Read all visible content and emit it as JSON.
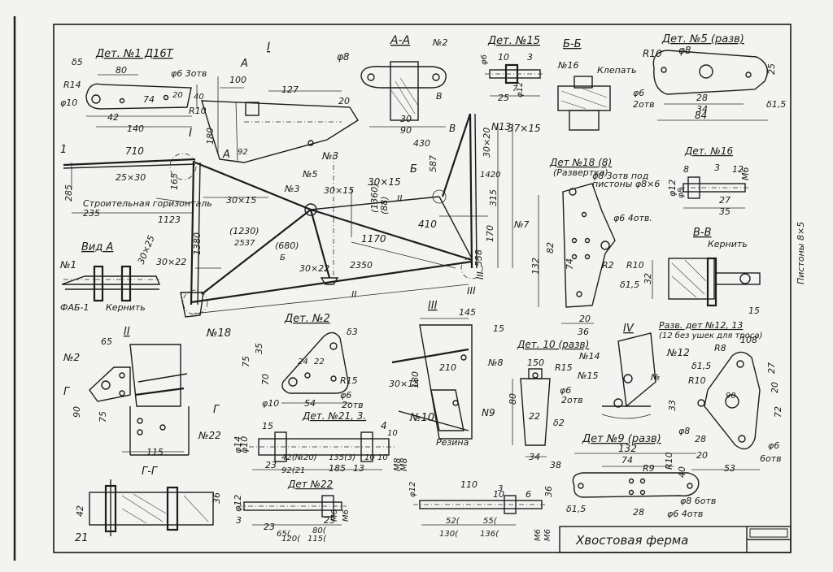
{
  "title": "Хвостовая ферма",
  "details": [
    {
      "id": "det1",
      "heading": "Дет. №1 Д16Т",
      "labels": [
        "δ5",
        "80",
        "φ6 3отв",
        "R14",
        "φ10",
        "20",
        "74",
        "R10",
        "40",
        "42",
        "140"
      ]
    },
    {
      "id": "viewI",
      "heading": "I",
      "labels": [
        "А",
        "100",
        "127",
        "20",
        "А",
        "180",
        "92",
        "№3"
      ]
    },
    {
      "id": "secAA",
      "heading": "А-А",
      "labels": [
        "φ8",
        "№2",
        "30",
        "90"
      ]
    },
    {
      "id": "det15",
      "heading": "Дет. №15",
      "labels": [
        "10",
        "3",
        "φ6",
        "φ12",
        "7",
        "25"
      ]
    },
    {
      "id": "secBB",
      "heading": "Б-Б",
      "labels": [
        "№16",
        "Клепать"
      ]
    },
    {
      "id": "det5",
      "heading": "Дет. №5 (разв)",
      "labels": [
        "R10",
        "φ8",
        "25",
        "φ6",
        "2отв",
        "28",
        "34",
        "δ1,5",
        "84"
      ]
    },
    {
      "id": "truss",
      "heading": "",
      "labels": [
        "1",
        "710",
        "I",
        "25×30",
        "285",
        "Строительная горизонталь",
        "235",
        "165",
        "1123",
        "1380",
        "30×25",
        "30×22",
        "30×15",
        "(1230)",
        "2537",
        "№3",
        "№5",
        "30×15",
        "(1360)",
        "(88)",
        "II",
        "Б",
        "30×15",
        "(680)",
        "Б",
        "1170",
        "30×22",
        "2350",
        "II",
        "№18",
        "В",
        "В",
        "N13",
        "37×15",
        "430",
        "587",
        "30×20",
        "1420",
        "315",
        "410",
        "538",
        "170",
        "III",
        "III"
      ]
    },
    {
      "id": "det18",
      "heading": "Дет №18 (8)",
      "subheading": "(Развертка)",
      "labels": [
        "φ8 3отв под",
        "пистоны φ8×6",
        "№7",
        "φ6 4отв.",
        "132",
        "82",
        "74",
        "R2",
        "R10",
        "δ1,5",
        "20",
        "36"
      ]
    },
    {
      "id": "det16",
      "heading": "Дет. №16",
      "labels": [
        "8",
        "3",
        "12",
        "М6",
        "φ12",
        "φ8",
        "27",
        "35"
      ]
    },
    {
      "id": "secVV",
      "heading": "В-В",
      "labels": [
        "Кернить",
        "Пистоны 8×5",
        "32",
        "15"
      ]
    },
    {
      "id": "viewA",
      "heading": "Вид А",
      "labels": [
        "№1",
        "ФАБ-1",
        "Кернить"
      ]
    },
    {
      "id": "detII",
      "heading": "II",
      "labels": [
        "65",
        "№2",
        "Г",
        "90",
        "75",
        "Г",
        "115",
        "№22",
        "Г-Г"
      ]
    },
    {
      "id": "det2",
      "heading": "Дет. №2",
      "labels": [
        "δ3",
        "75",
        "35",
        "70",
        "24",
        "22",
        "R15",
        "φ10",
        "54",
        "φ6",
        "2отв"
      ]
    },
    {
      "id": "det213",
      "heading": "Дет. №21, 3.",
      "labels": [
        "15",
        "10",
        "4",
        "φ14",
        "φ10",
        "42(№20)",
        "135(3)",
        "10",
        "10",
        "23",
        "92(21",
        "185",
        "13",
        "М8",
        "М8"
      ]
    },
    {
      "id": "det22",
      "heading": "Дет №22",
      "labels": [
        "φ12",
        "3",
        "23",
        "65(",
        "25",
        "80(",
        "120(",
        "115(",
        "М6",
        "М6"
      ]
    },
    {
      "id": "secGG",
      "heading": "",
      "labels": [
        "42",
        "21",
        "36"
      ]
    },
    {
      "id": "detIII",
      "heading": "III",
      "labels": [
        "145",
        "15",
        "№8",
        "210",
        "30×15",
        "180",
        "№10",
        "N9",
        "Резина"
      ]
    },
    {
      "id": "det9rod",
      "heading": "",
      "labels": [
        "110",
        "10",
        "6",
        "φ12",
        "52(",
        "55(",
        "130(",
        "136(",
        "М6",
        "М6",
        "3",
        "36"
      ]
    },
    {
      "id": "det10",
      "heading": "Дет. 10 (разв)",
      "labels": [
        "150",
        "R15",
        "φ6",
        "2отв",
        "22",
        "δ2",
        "80",
        "34",
        "38"
      ]
    },
    {
      "id": "detIV",
      "heading": "IV",
      "labels": [
        "№14",
        "№12",
        "№15",
        "№"
      ]
    },
    {
      "id": "det1213",
      "heading": "Разв. дет №12, 13",
      "subheading": "(12 без ушек для троса)",
      "labels": [
        "R8",
        "108",
        "δ1,5",
        "R10",
        "20",
        "27",
        "90",
        "72",
        "33",
        "φ8",
        "28",
        "20",
        "53",
        "φ6",
        "6отв"
      ]
    },
    {
      "id": "det9",
      "heading": "Дет №9 (разв)",
      "labels": [
        "132",
        "74",
        "R9",
        "R10",
        "40",
        "φ8 6отв",
        "δ1,5",
        "28",
        "φ6 4отв"
      ]
    }
  ]
}
